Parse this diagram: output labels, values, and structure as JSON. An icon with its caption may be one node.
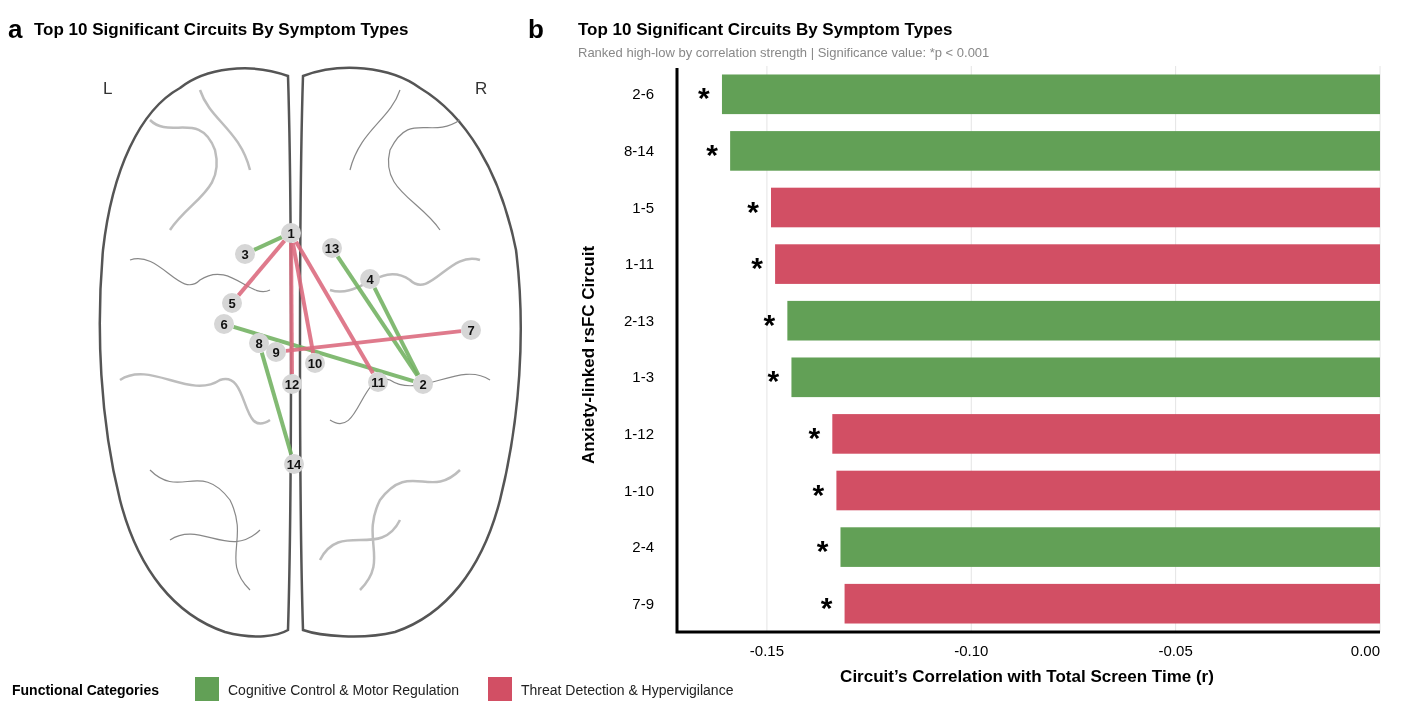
{
  "diagram": {
    "title": "Top 10 Significant Circuits By Symptom Types",
    "nodes": [
      {
        "text": [
          "1"
        ]
      },
      {
        "text": [
          "2"
        ]
      },
      {
        "text": [
          "3"
        ]
      },
      {
        "text": [
          "4"
        ]
      },
      {
        "text": [
          "5"
        ]
      },
      {
        "text": [
          "6"
        ]
      },
      {
        "text": [
          "7"
        ]
      },
      {
        "text": [
          "8"
        ]
      },
      {
        "text": [
          "9"
        ]
      },
      {
        "text": [
          "10"
        ]
      },
      {
        "text": [
          "11"
        ]
      },
      {
        "text": [
          "12"
        ]
      },
      {
        "text": [
          "13"
        ]
      },
      {
        "text": [
          "14"
        ]
      }
    ],
    "edges": [
      {
        "from": 1,
        "to": 5,
        "arrow": "none",
        "color": "#74b264"
      },
      {
        "from": 7,
        "to": 13,
        "arrow": "none",
        "color": "#74b264"
      },
      {
        "from": 0,
        "to": 4,
        "arrow": "none",
        "color": "#dc6b80"
      },
      {
        "from": 0,
        "to": 10,
        "arrow": "none",
        "color": "#dc6b80"
      },
      {
        "from": 1,
        "to": 12,
        "arrow": "none",
        "color": "#74b264"
      },
      {
        "from": 0,
        "to": 2,
        "arrow": "none",
        "color": "#74b264"
      },
      {
        "from": 0,
        "to": 11,
        "arrow": "none",
        "color": "#dc6b80"
      },
      {
        "from": 0,
        "to": 9,
        "arrow": "none",
        "color": "#dc6b80"
      },
      {
        "from": 1,
        "to": 3,
        "arrow": "none",
        "color": "#74b264"
      },
      {
        "from": 6,
        "to": 8,
        "arrow": "none",
        "color": "#dc6b80"
      }
    ],
    "labels": [
      "a",
      "b",
      "L",
      "R",
      "Ranked high-low by correlation strength | Significance value: *p < 0.001",
      "Functional Categories",
      "*",
      "*",
      "*",
      "*",
      "*",
      "*",
      "*",
      "*",
      "*",
      "*"
    ],
    "legend": [
      {
        "text": "Cognitive Control & Motor Regulation",
        "color": "#62a056"
      },
      {
        "text": "Threat Detection & Hypervigilance",
        "color": "#d24f64"
      }
    ],
    "chart_data": {
      "type": "bar",
      "orientation": "horizontal",
      "title": "Top 10 Significant Circuits By Symptom Types",
      "xlabel": "Circuit’s Correlation with Total Screen Time (r)",
      "ylabel": "Anxiety-linked rsFC Circuit",
      "categories": [
        "2-6",
        "8-14",
        "1-5",
        "1-11",
        "2-13",
        "1-3",
        "1-12",
        "1-10",
        "2-4",
        "7-9"
      ],
      "series": [
        {
          "color": "#62a056",
          "values": [
            -0.161,
            -0.159,
            null,
            null,
            -0.145,
            -0.144,
            null,
            null,
            -0.132,
            null
          ]
        },
        {
          "color": "#d24f64",
          "values": [
            null,
            null,
            -0.149,
            -0.148,
            null,
            null,
            -0.134,
            -0.133,
            null,
            -0.131
          ]
        }
      ],
      "xlim": [
        -0.172,
        0
      ],
      "xticks": [
        {
          "value": -0.15,
          "label": "-0.15"
        },
        {
          "value": -0.1,
          "label": "-0.10"
        },
        {
          "value": -0.05,
          "label": "-0.05"
        },
        {
          "value": 0,
          "label": "0.00"
        }
      ],
      "grid": true
    }
  }
}
